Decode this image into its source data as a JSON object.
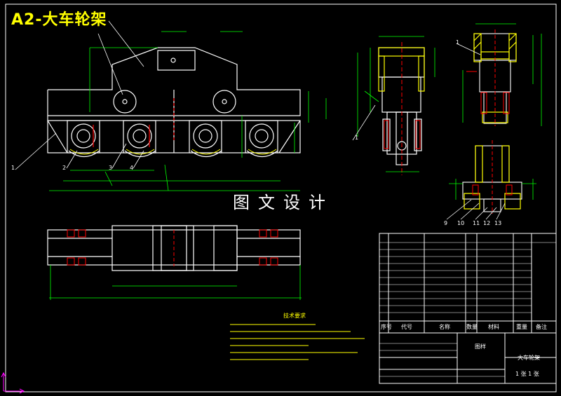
{
  "drawing": {
    "title": "A2-大车轮架",
    "watermark": "图文设计",
    "tech_requirements_title": "技术要求",
    "part_labels_front": [
      "1",
      "2",
      "3",
      "4"
    ],
    "part_label_side": "1",
    "part_label_top_detail": "1",
    "part_labels_bottom_detail": [
      "9",
      "10",
      "11",
      "12",
      "13"
    ]
  },
  "title_block": {
    "headers": {
      "seq": "序号",
      "code": "代号",
      "name": "名称",
      "qty": "数量",
      "material": "材料",
      "weight": "重量",
      "remark": "备注"
    },
    "part_name": "大车轮架",
    "company": "图样",
    "sheet": "1 张 1 张"
  },
  "colors": {
    "background": "#000000",
    "outline": "#ffffff",
    "dimension": "#00ff00",
    "hatch": "#ffff00",
    "centerline": "#ff0000",
    "accent": "#ff00ff"
  }
}
